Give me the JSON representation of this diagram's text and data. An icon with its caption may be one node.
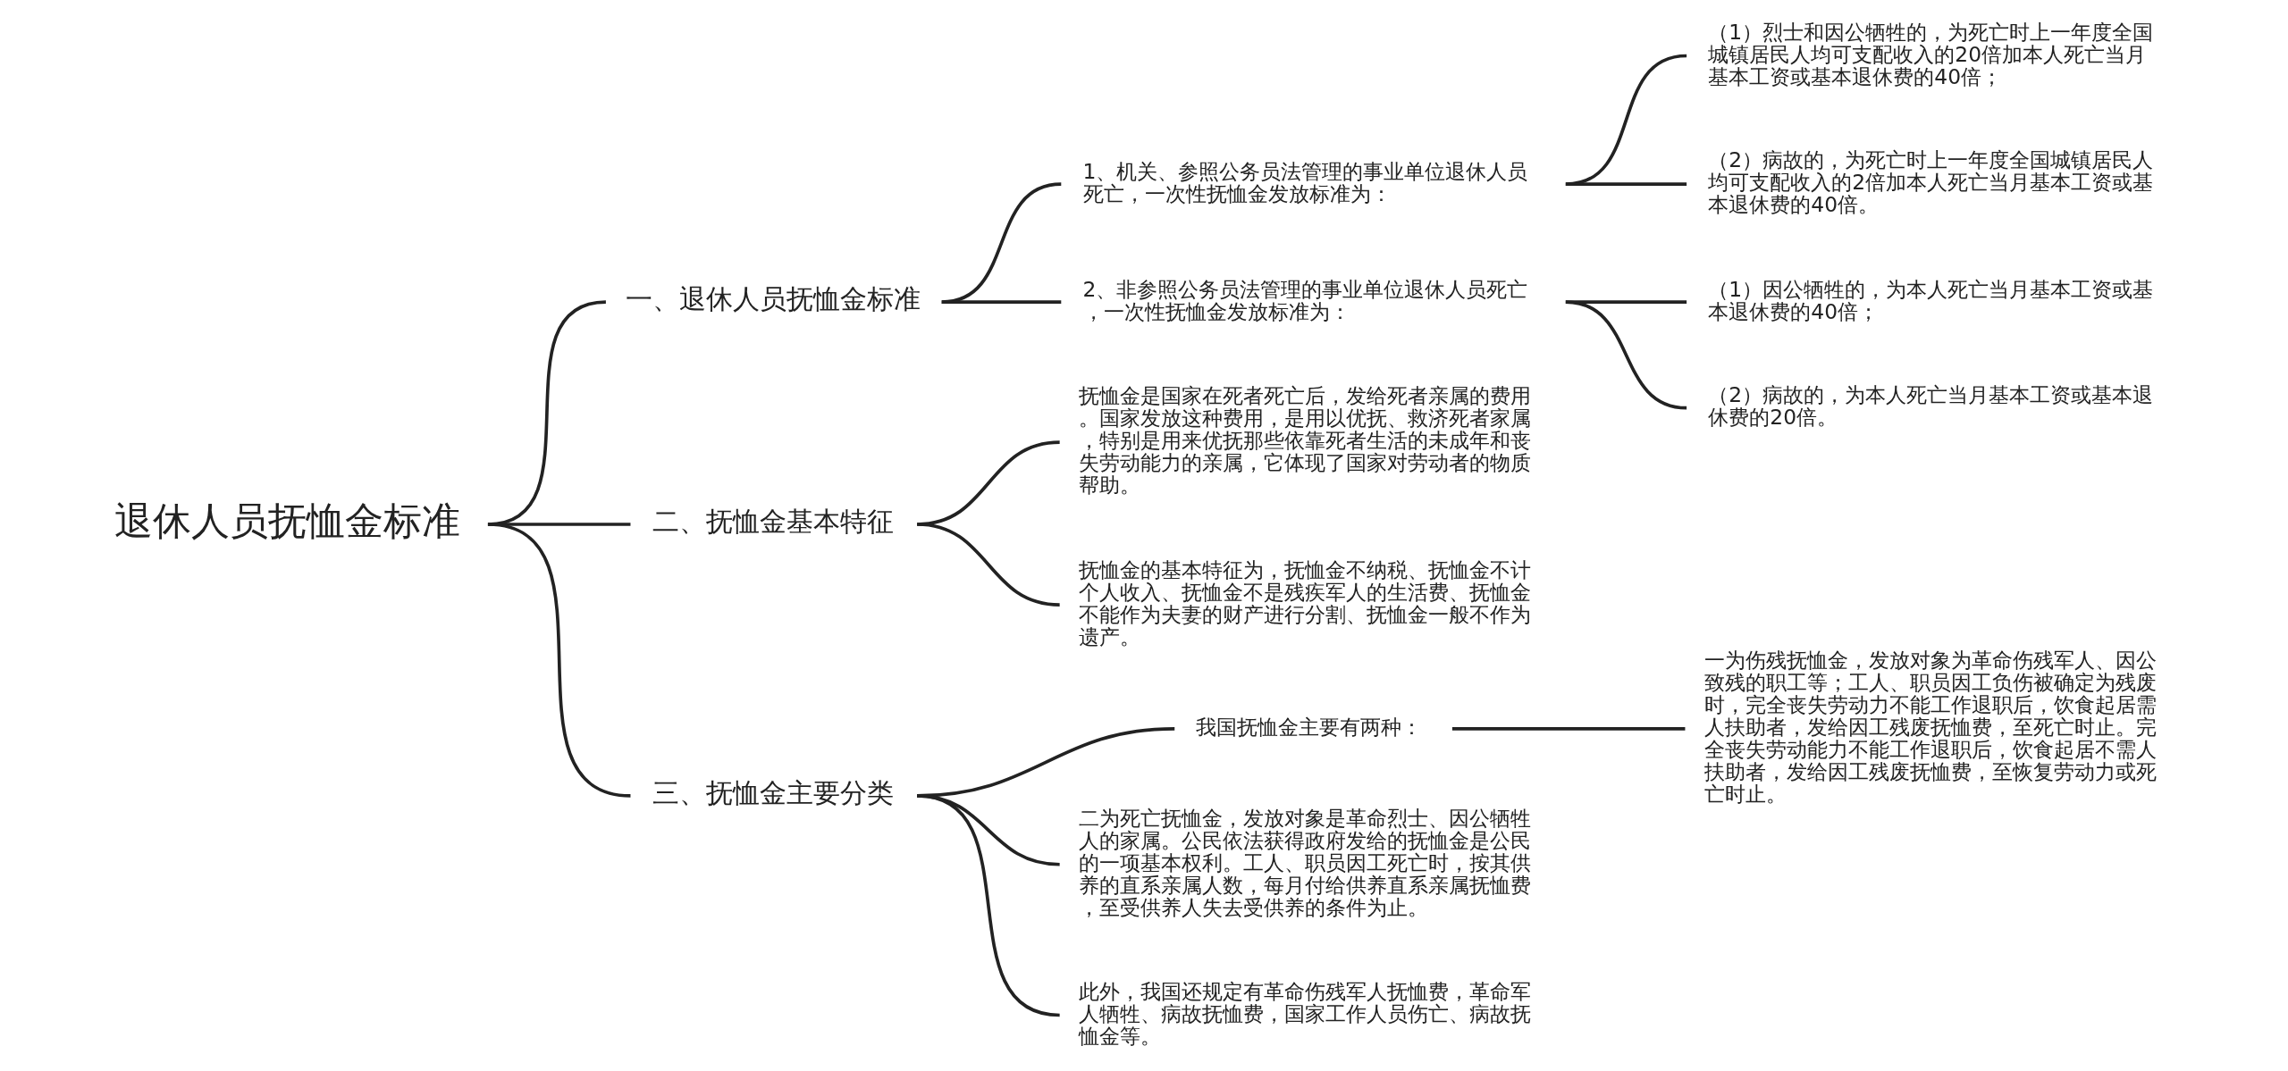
{
  "diagram": {
    "nodes": [
      {
        "text": [
          "退休人员抚恤金标准"
        ]
      },
      {
        "text": [
          "一、退休人员抚恤金标准"
        ]
      },
      {
        "text": [
          "1、机关、参照公务员法管理的事业单位退休人员死亡，一次性抚恤金发放标准为："
        ]
      },
      {
        "text": [
          "（1）烈士和因公牺牲的，为死亡时上一年度全国城镇居民人均可支配收入的20倍加本人死亡当月基本工资或基本退休费的40倍；"
        ]
      },
      {
        "text": [
          "（2）病故的，为死亡时上一年度全国城镇居民人均可支配收入的2倍加本人死亡当月基本工资或基本退休费的40倍。"
        ]
      },
      {
        "text": [
          "2、非参照公务员法管理的事业单位退休人员死亡，一次性抚恤金发放标准为："
        ]
      },
      {
        "text": [
          "（1）因公牺牲的，为本人死亡当月基本工资或基本退休费的40倍；"
        ]
      },
      {
        "text": [
          "（2）病故的，为本人死亡当月基本工资或基本退休费的20倍。"
        ]
      },
      {
        "text": [
          "二、抚恤金基本特征"
        ]
      },
      {
        "text": [
          "抚恤金是国家在死者死亡后，发给死者亲属的费用。国家发放这种费用，是用以优抚、救济死者家属，特别是用来优抚那些依靠死者生活的未成年和丧失劳动能力的亲属，它体现了国家对劳动者的物质帮助。"
        ]
      },
      {
        "text": [
          "抚恤金的基本特征为，抚恤金不纳税、抚恤金不计个人收入、抚恤金不是残疾军人的生活费、抚恤金不能作为夫妻的财产进行分割、抚恤金一般不作为遗产。"
        ]
      },
      {
        "text": [
          "三、抚恤金主要分类"
        ]
      },
      {
        "text": [
          "我国抚恤金主要有两种："
        ]
      },
      {
        "text": [
          "一为伤残抚恤金，发放对象为革命伤残军人、因公致残的职工等；工人、职员因工负伤被确定为残废时，完全丧失劳动力不能工作退职后，饮食起居需人扶助者，发给因工残废抚恤费，至死亡时止。完全丧失劳动能力不能工作退职后，饮食起居不需人扶助者，发给因工残废抚恤费，至恢复劳动力或死亡时止。"
        ]
      },
      {
        "text": [
          "二为死亡抚恤金，发放对象是革命烈士、因公牺牲人的家属。公民依法获得政府发给的抚恤金是公民的一项基本权利。工人、职员因工死亡时，按其供养的直系亲属人数，每月付给供养直系亲属抚恤费，至受供养人失去受供养的条件为止。"
        ]
      },
      {
        "text": [
          "此外，我国还规定有革命伤残军人抚恤费，革命军人牺牲、病故抚恤费，国家工作人员伤亡、病故抚恤金等。"
        ]
      }
    ],
    "edges": [
      {
        "from": 0,
        "to": 1,
        "arrow": "none"
      },
      {
        "from": 1,
        "to": 2,
        "arrow": "none"
      },
      {
        "from": 2,
        "to": 3,
        "arrow": "none"
      },
      {
        "from": 2,
        "to": 4,
        "arrow": "none"
      },
      {
        "from": 1,
        "to": 5,
        "arrow": "none"
      },
      {
        "from": 5,
        "to": 6,
        "arrow": "none"
      },
      {
        "from": 5,
        "to": 7,
        "arrow": "none"
      },
      {
        "from": 0,
        "to": 8,
        "arrow": "none"
      },
      {
        "from": 8,
        "to": 9,
        "arrow": "none"
      },
      {
        "from": 8,
        "to": 10,
        "arrow": "none"
      },
      {
        "from": 0,
        "to": 11,
        "arrow": "none"
      },
      {
        "from": 11,
        "to": 12,
        "arrow": "none"
      },
      {
        "from": 12,
        "to": 13,
        "arrow": "none"
      },
      {
        "from": 11,
        "to": 14,
        "arrow": "none"
      },
      {
        "from": 11,
        "to": 15,
        "arrow": "none"
      }
    ]
  }
}
